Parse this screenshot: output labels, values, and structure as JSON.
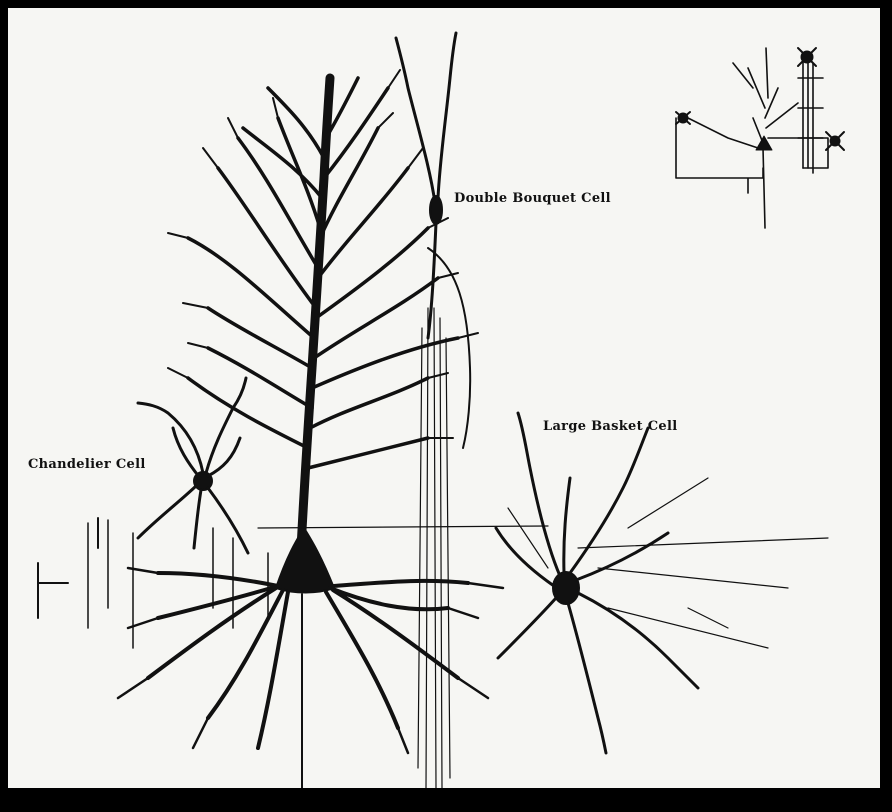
{
  "labels": {
    "double_bouquet": "Double Bouquet Cell",
    "chandelier": "Chandelier Cell",
    "large_basket": "Large Basket Cell"
  },
  "colors": {
    "background": "#f6f6f3",
    "ink": "#111111",
    "frame": "#000000"
  },
  "icons": {
    "inset": "circuit-schematic-icon"
  }
}
